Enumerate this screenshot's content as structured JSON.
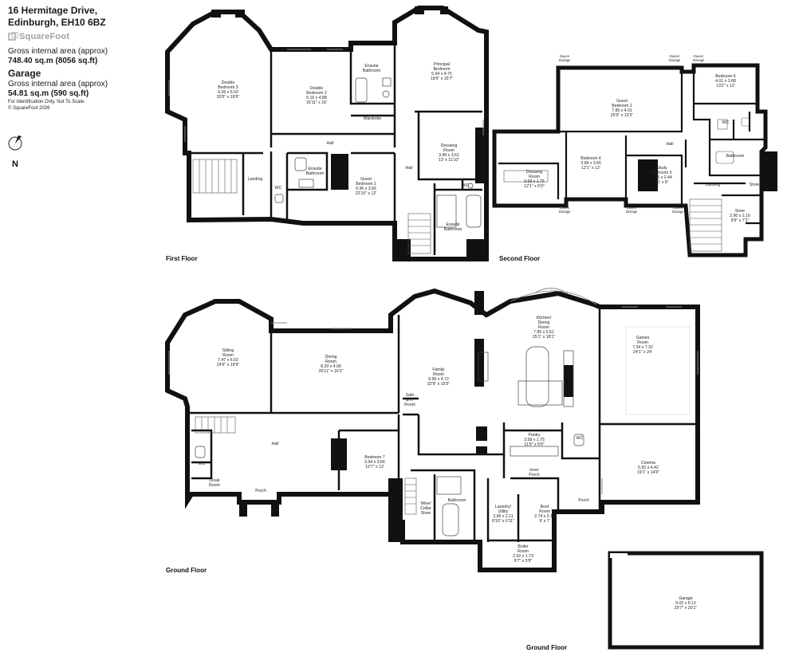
{
  "header": {
    "address_line1": "16 Hermitage Drive,",
    "address_line2": "Edinburgh, EH10 6BZ",
    "brand": "SquareFoot",
    "gross_label": "Gross internal area (approx)",
    "gross_value": "748.40 sq.m (8056 sq.ft)",
    "garage_title": "Garage",
    "garage_gross_label": "Gross internal area (approx)",
    "garage_gross_value": "54.81 sq.m (590 sq.ft)",
    "disclaimer": "For Identification Only. Not To Scale.",
    "copyright": "© SquareFoot 2026"
  },
  "compass": {
    "letter": "N"
  },
  "floor_labels": {
    "first": "First Floor",
    "second": "Second Floor",
    "ground": "Ground Floor",
    "ground_garage": "Ground Floor"
  },
  "rooms": {
    "ff_bed3": [
      "Double",
      "Bedroom 3",
      "6.06 x 6.02",
      "20'5\" x 19'9\""
    ],
    "ff_bed2": [
      "Double",
      "Bedroom 2",
      "5.16 x 4.88",
      "16'11\" x 16'"
    ],
    "ff_ensuite_a": [
      "Ensuite",
      "Bathroom"
    ],
    "ff_principal": [
      "Principal",
      "Bedroom",
      "5.94 x 4.75",
      "19'6\" x 15'7\""
    ],
    "ff_wardrobe": [
      "Wardrobe"
    ],
    "ff_hall": [
      "Hall"
    ],
    "ff_dressing": [
      "Dressing",
      "Room",
      "3.96 x 3.61",
      "13' x 11'10\""
    ],
    "ff_landing": [
      "Landing"
    ],
    "ff_wc": [
      "WC"
    ],
    "ff_ensuite_b": [
      "Ensuite",
      "Bathroom"
    ],
    "ff_guest1": [
      "Guest",
      "Bedroom 1",
      "6.96 x 3.66",
      "22'10\" x 12'"
    ],
    "ff_hall2": [
      "Hall"
    ],
    "ff_wc2": [
      "WC"
    ],
    "ff_ensuite_c": [
      "Ensuite",
      "Bathroom"
    ],
    "sf_guest2": [
      "Guest",
      "Bedroom 2",
      "7.85 x 4.01",
      "25'9\" x 13'2\""
    ],
    "sf_bed6": [
      "Bedroom 6",
      "4.01 x 3.88",
      "13'2\" x 12'"
    ],
    "sf_wc": [
      "WC"
    ],
    "sf_hall": [
      "Hall"
    ],
    "sf_bathroom": [
      "Bathroom"
    ],
    "sf_bed4": [
      "Bedroom 4",
      "3.68 x 3.66",
      "12'1\" x 12'"
    ],
    "sf_study": [
      "Study",
      "Bedroom 5",
      "3.35 x 2.44",
      "11' x 8'"
    ],
    "sf_dressing": [
      "Dressing",
      "Room",
      "3.68 x 1.75",
      "12'1\" x 5'9\""
    ],
    "sf_landing": [
      "Landing"
    ],
    "sf_store": [
      "Store"
    ],
    "sf_store2": [
      "Store",
      "2.90 x 2.16",
      "9'6\" x 7'1\""
    ],
    "gf_sitting": [
      "Sitting",
      "Room",
      "7.47 x 6.02",
      "24'6\" x 19'9\""
    ],
    "gf_dining": [
      "Dining",
      "Room",
      "8.20 x 4.90",
      "26'11\" x 16'1\""
    ],
    "gf_family": [
      "Family",
      "Room",
      "9.99 x 4.72",
      "32'9\" x 15'6\""
    ],
    "gf_kitchen": [
      "Kitchen/",
      "Dining",
      "Room",
      "7.85 x 5.51",
      "25'1\" x 18'1\""
    ],
    "gf_games": [
      "Games",
      "Room",
      "7.34 x 7.32",
      "24'1\" x 24'"
    ],
    "gf_safe": [
      "Safe",
      "& IT",
      "Room"
    ],
    "gf_hall": [
      "Hall"
    ],
    "gf_bed7": [
      "Bedroom 7",
      "3.94 x 3.66",
      "12'7\" x 12'"
    ],
    "gf_pantry": [
      "Pantry",
      "3.58 x 1.75",
      "11'9\" x 5'9\""
    ],
    "gf_wc": [
      "WC"
    ],
    "gf_wc2": [
      "WC"
    ],
    "gf_cinema": [
      "Cinema",
      "5.82 x 4.42",
      "19'1\" x 14'6\""
    ],
    "gf_cloak": [
      "Cloak",
      "Room"
    ],
    "gf_porch": [
      "Porch"
    ],
    "gf_inner_porch": [
      "Inner",
      "Porch"
    ],
    "gf_porch2": [
      "Porch"
    ],
    "gf_wine": [
      "Wine/",
      "Cellar",
      "Store"
    ],
    "gf_bathroom": [
      "Bathroom"
    ],
    "gf_laundry": [
      "Laundry/",
      "Utility",
      "2.66 x 2.11",
      "8'10\" x 6'11\""
    ],
    "gf_boot": [
      "Boot",
      "Room",
      "2.74 x 2.13",
      "9' x 7'"
    ],
    "gf_boiler": [
      "Boiler",
      "Room",
      "2.92 x 1.73",
      "9'7\" x 5'8\""
    ],
    "garage": [
      "Garage",
      "9.02 x 6.12",
      "29'7\" x 20'1\""
    ]
  },
  "eaves_storage": [
    "Eaves",
    "Storage"
  ]
}
